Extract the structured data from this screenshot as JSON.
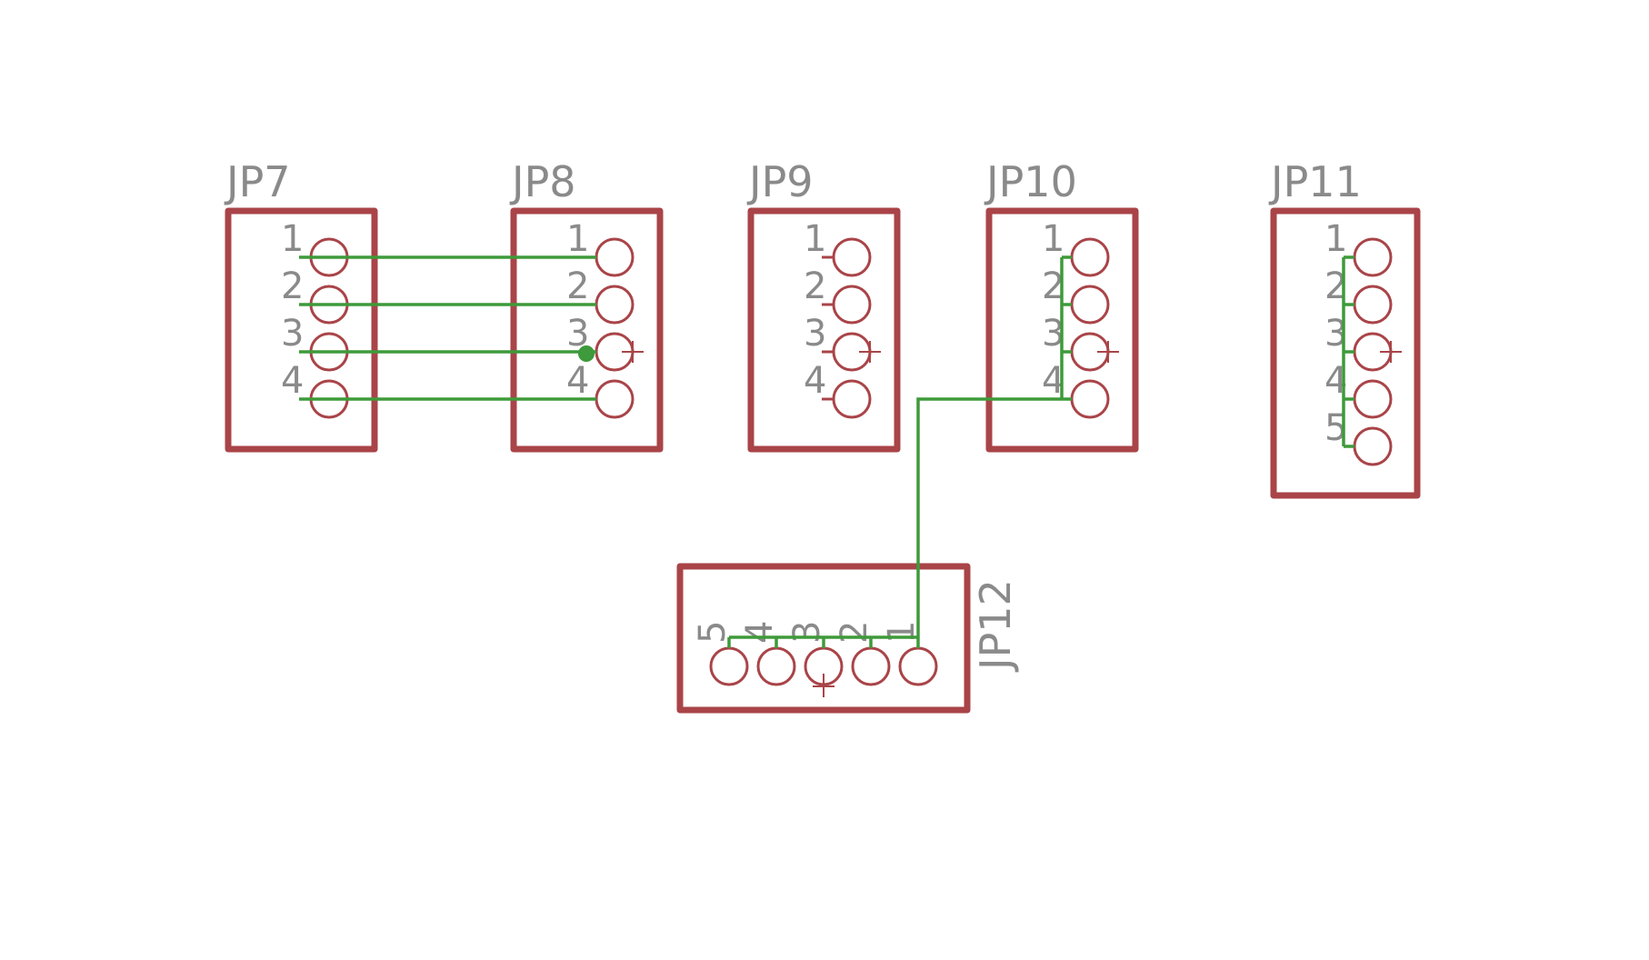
{
  "colors": {
    "part": "#a94448",
    "wire": "#3e9a3a",
    "text": "#8a8a8a",
    "background": "#ffffff"
  },
  "parts": [
    {
      "refdes": "JP7",
      "pins": [
        "1",
        "2",
        "3",
        "4"
      ]
    },
    {
      "refdes": "JP8",
      "pins": [
        "1",
        "2",
        "3",
        "4"
      ]
    },
    {
      "refdes": "JP9",
      "pins": [
        "1",
        "2",
        "3",
        "4"
      ]
    },
    {
      "refdes": "JP10",
      "pins": [
        "1",
        "2",
        "3",
        "4"
      ]
    },
    {
      "refdes": "JP11",
      "pins": [
        "1",
        "2",
        "3",
        "4",
        "5"
      ]
    },
    {
      "refdes": "JP12",
      "pins": [
        "5",
        "4",
        "3",
        "2",
        "1"
      ]
    }
  ]
}
